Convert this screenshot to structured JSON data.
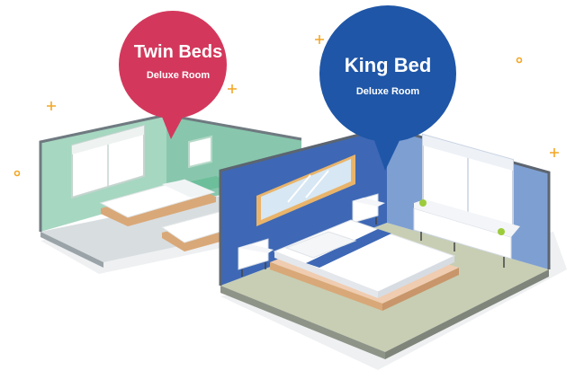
{
  "twin_room": {
    "title": "Twin Beds",
    "subtitle": "Deluxe Room",
    "bubble_color": "#d3385c",
    "wall_color": "#9fd3bd",
    "floor_color": "#d8dde0"
  },
  "king_room": {
    "title": "King Bed",
    "subtitle": "Deluxe Room",
    "bubble_color": "#1f56a7",
    "wall_color": "#3e68b5",
    "floor_color": "#c7ceb3"
  },
  "decorations": {
    "sparkle_color": "#f3a623"
  }
}
